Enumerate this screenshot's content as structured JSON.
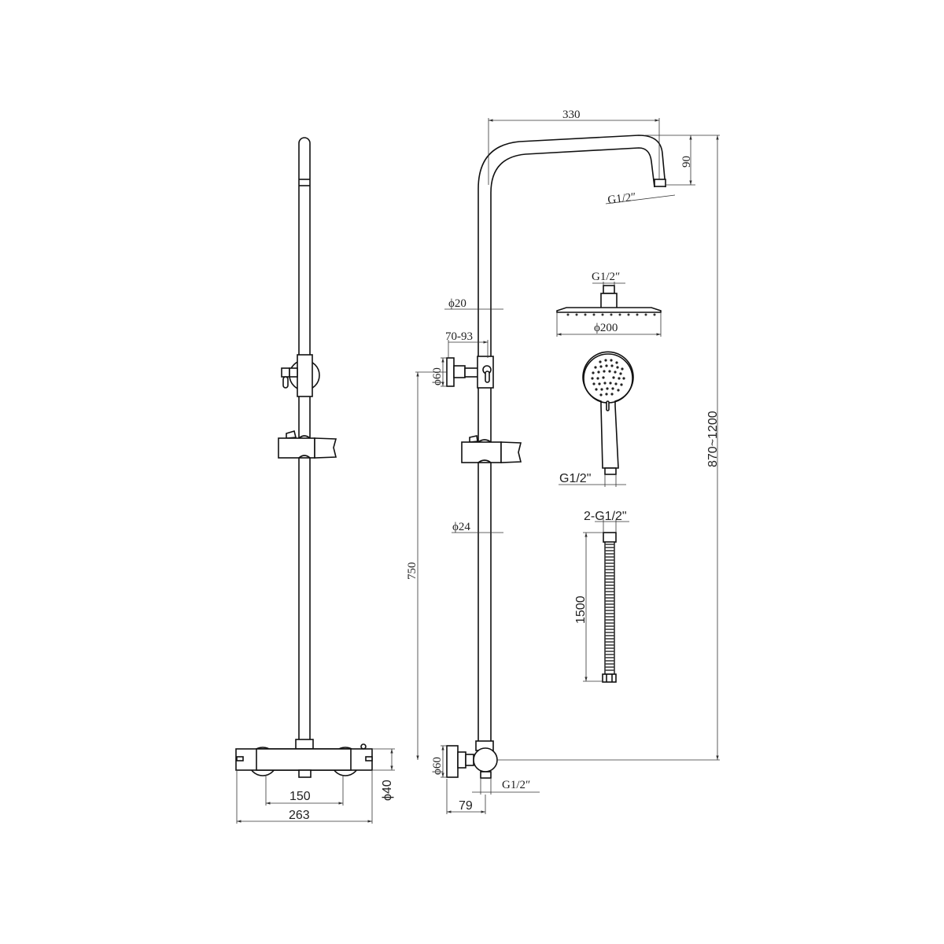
{
  "drawing": {
    "title": "Thermostatic shower column technical drawing",
    "views": [
      "front-view",
      "side-view",
      "overhead-shower-head",
      "hand-shower",
      "shower-hose"
    ]
  },
  "dimensions": {
    "arm_width": "330",
    "arm_drop": "90",
    "arm_outlet_thread": "G1/2″",
    "riser_upper_dia": "ϕ20",
    "bracket_offset": "70-93",
    "bracket_dia_top": "ϕ60",
    "riser_lower_dia": "ϕ24",
    "bracket_height": "750",
    "total_height": "870~1200",
    "head_thread": "G1/2″",
    "head_dia": "ϕ200",
    "hand_thread": "G1/2\"",
    "hose_threads": "2-G1/2\"",
    "hose_length": "1500",
    "valve_centers": "150",
    "valve_width": "263",
    "valve_dia": "ϕ40",
    "side_bracket_dia": "ϕ60",
    "side_offset": "79",
    "inlet_thread": "G1/2″"
  }
}
